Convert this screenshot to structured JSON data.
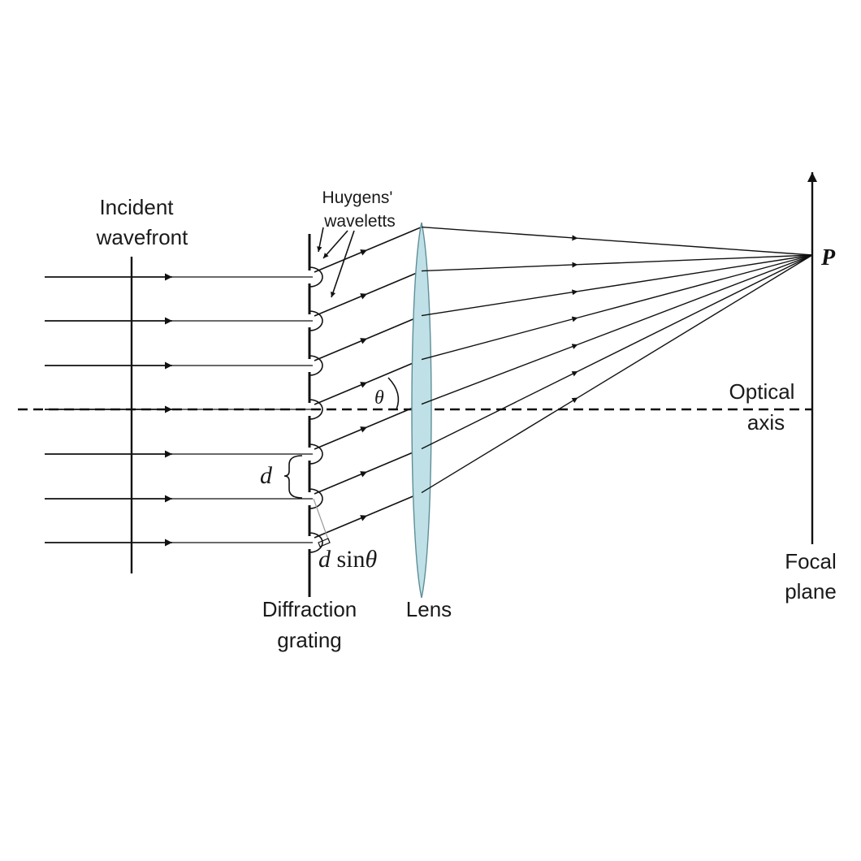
{
  "labels": {
    "incident_line1": "Incident",
    "incident_line2": "wavefront",
    "huygens_line1": "Huygens'",
    "huygens_line2": "waveletts",
    "grating_line1": "Diffraction",
    "grating_line2": "grating",
    "lens": "Lens",
    "optical_line1": "Optical",
    "optical_line2": "axis",
    "focal_line1": "Focal",
    "focal_line2": "plane",
    "point": "P",
    "theta": "θ",
    "d": "d",
    "dsin_d": "d",
    "dsin_rest": " sin",
    "dsin_theta": "θ"
  },
  "colors": {
    "ink": "#111111",
    "lens_fill": "#bfe0e6",
    "lens_stroke": "#5f8e98",
    "background": "#ffffff"
  },
  "icons": {
    "arrowhead": "arrowhead-icon",
    "brace": "curly-brace-icon"
  }
}
